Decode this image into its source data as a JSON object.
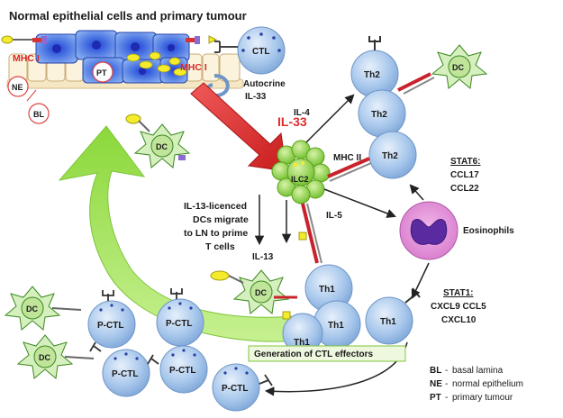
{
  "title": "Normal epithelial cells and primary tumour",
  "labels": {
    "mhc1_left": "MHC I",
    "mhc1_right": "MHC I",
    "pt": "PT",
    "ne": "NE",
    "bl": "BL",
    "ctl": "CTL",
    "autocrine_line1": "Autocrine",
    "autocrine_line2": "IL-33",
    "il33": "IL-33",
    "il4": "IL-4",
    "il5": "IL-5",
    "il13": "IL-13",
    "mhc2": "MHC II",
    "ilc2": "ILC2",
    "th2": "Th2",
    "th1": "Th1",
    "dc": "DC",
    "pctl": "P-CTL",
    "eosinophils": "Eosinophils",
    "stat6_title": "STAT6:",
    "stat6_line1": "CCL17",
    "stat6_line2": "CCL22",
    "stat1_title": "STAT1:",
    "stat1_line1": "CXCL9 CCL5",
    "stat1_line2": "CXCL10",
    "dcs_line1": "IL-13-licenced",
    "dcs_line2": "DCs migrate",
    "dcs_line3": "to LN to prime",
    "dcs_line4": "T cells",
    "generation": "Generation of CTL effectors"
  },
  "legend": [
    {
      "abbr": "BL",
      "desc": "basal lamina"
    },
    {
      "abbr": "NE",
      "desc": "normal epithelium"
    },
    {
      "abbr": "PT",
      "desc": "primary tumour"
    }
  ],
  "colors": {
    "cell_blue": "#a9c8ec",
    "cell_edge": "#6f95c6",
    "ilc2_green": "#8fd34b",
    "big_arrow_green": "#9ee04a",
    "il33_red": "#e02b2b",
    "mhc_red": "#c8232c",
    "eos_pink": "#c86cc0",
    "dc_green": "#bfe49a"
  }
}
